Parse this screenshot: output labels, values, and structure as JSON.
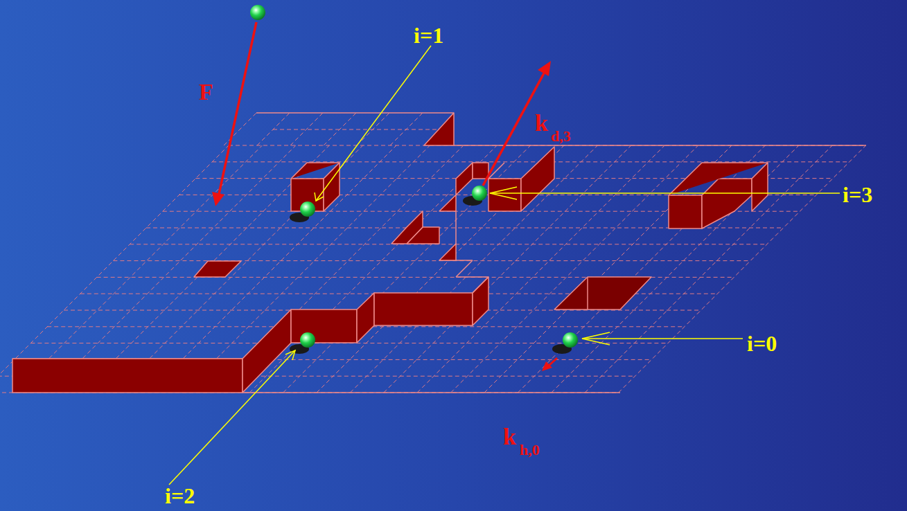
{
  "diagram": {
    "labels": [
      "F",
      "i=1",
      "k",
      "d,3",
      "i=3",
      "i=2",
      "i=0",
      "k",
      "h,0"
    ]
  }
}
